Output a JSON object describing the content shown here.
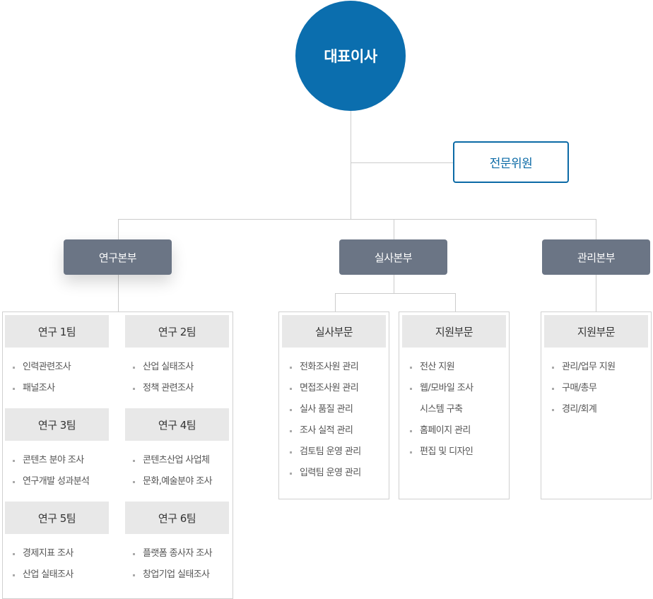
{
  "ceo": {
    "label": "대표이사"
  },
  "advisor": {
    "label": "전문위원"
  },
  "colors": {
    "ceo_fill": "#0b6eae",
    "advisor_border": "#0b6aa6",
    "division_fill": "#6b7585",
    "team_header_fill": "#e8e8e8",
    "connector": "#cccccc"
  },
  "divisions": [
    {
      "label": "연구본부",
      "teams": [
        {
          "label": "연구 1팀",
          "items": [
            "인력관련조사",
            "패널조사"
          ]
        },
        {
          "label": "연구 2팀",
          "items": [
            "산업 실태조사",
            "정책 관련조사"
          ]
        },
        {
          "label": "연구 3팀",
          "items": [
            "콘텐츠 분야 조사",
            "연구개발 성과분석"
          ]
        },
        {
          "label": "연구 4팀",
          "items": [
            "콘텐츠산업 사업체",
            "문화,예술분야 조사"
          ]
        },
        {
          "label": "연구 5팀",
          "items": [
            "경제지표 조사",
            "산업 실태조사"
          ]
        },
        {
          "label": "연구 6팀",
          "items": [
            "플랫폼 종사자 조사",
            "창업기업 실태조사"
          ]
        }
      ]
    },
    {
      "label": "실사본부",
      "teams": [
        {
          "label": "실사부문",
          "items": [
            "전화조사원 관리",
            "면접조사원 관리",
            "실사 품질 관리",
            "조사 실적 관리",
            "검토팀 운영 관리",
            "입력팀 운영 관리"
          ]
        },
        {
          "label": "지원부문",
          "items": [
            "전산 지원",
            "웹/모바일 조사",
            "시스템 구축",
            "홈페이지 관리",
            "편집 및 디자인"
          ]
        }
      ]
    },
    {
      "label": "관리본부",
      "teams": [
        {
          "label": "지원부문",
          "items": [
            "관리/업무 지원",
            "구매/총무",
            "경리/회계"
          ]
        }
      ]
    }
  ]
}
